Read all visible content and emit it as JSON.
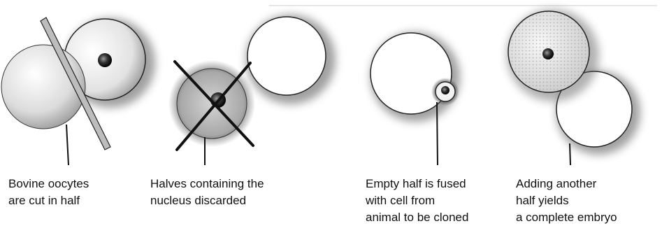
{
  "steps": [
    {
      "caption_lines": [
        "Bovine oocytes",
        "are cut in half"
      ]
    },
    {
      "caption_lines": [
        "Halves containing the",
        "nucleus discarded"
      ]
    },
    {
      "caption_lines": [
        "Empty half is fused",
        "with cell from",
        "animal to be cloned"
      ]
    },
    {
      "caption_lines": [
        "Adding another",
        "half yields",
        "a complete embryo"
      ]
    }
  ]
}
